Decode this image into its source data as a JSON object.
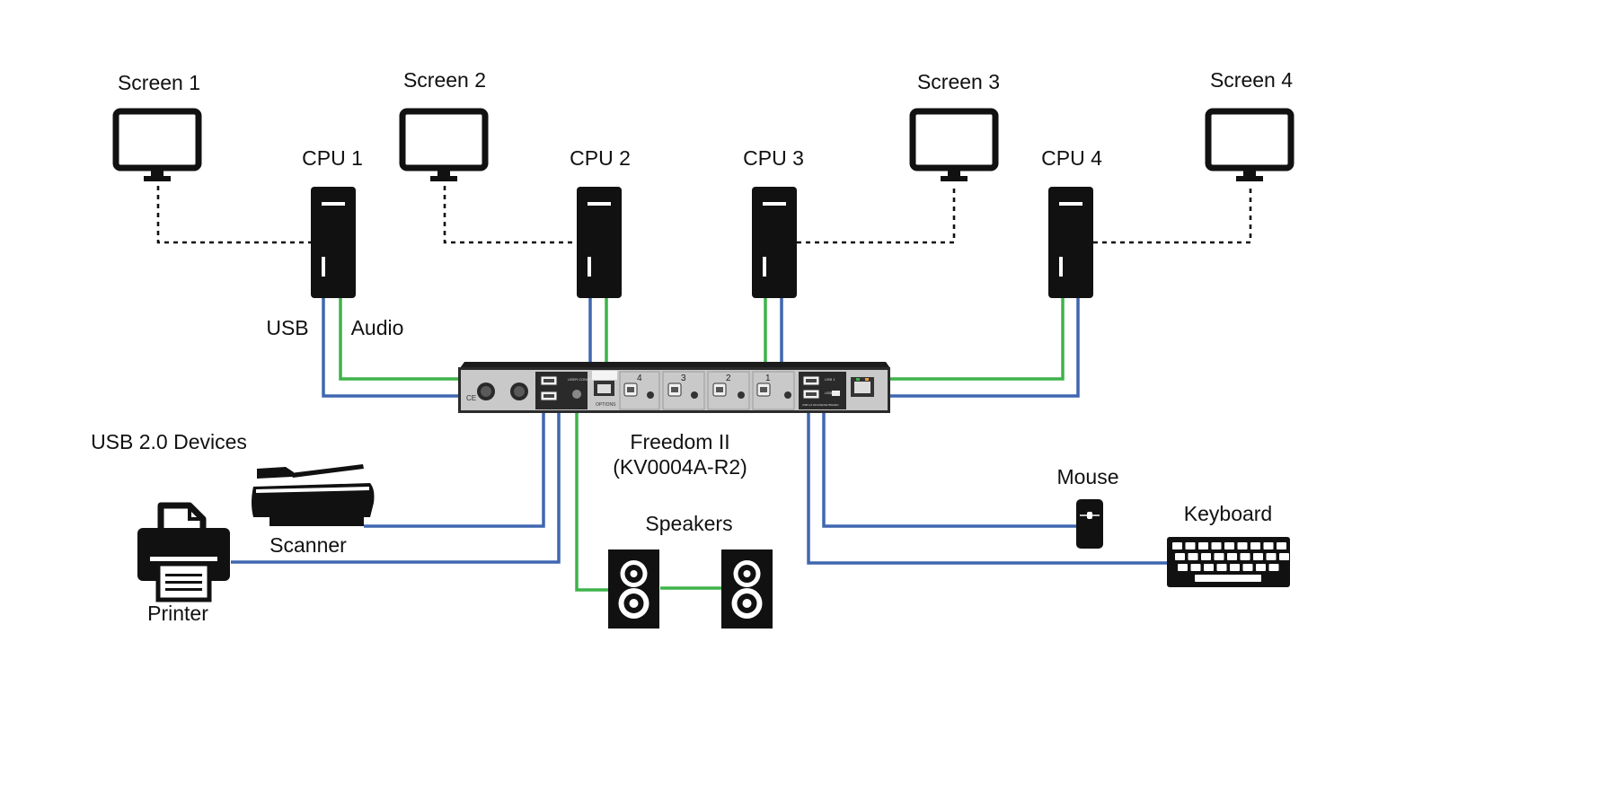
{
  "labels": {
    "screen1": "Screen 1",
    "screen2": "Screen 2",
    "screen3": "Screen 3",
    "screen4": "Screen 4",
    "cpu1": "CPU 1",
    "cpu2": "CPU 2",
    "cpu3": "CPU 3",
    "cpu4": "CPU 4",
    "usb": "USB",
    "audio": "Audio",
    "usb_devices": "USB 2.0 Devices",
    "scanner": "Scanner",
    "printer": "Printer",
    "device_name": "Freedom II",
    "device_model": "(KV0004A-R2)",
    "speakers": "Speakers",
    "mouse": "Mouse",
    "keyboard": "Keyboard"
  },
  "switch_panel": {
    "port_numbers": [
      "4",
      "3",
      "2",
      "1"
    ],
    "user_console": "USER CONSOLE",
    "options": "OPTIONS",
    "usb1": "USB 1",
    "usb2": "USB 2",
    "usb_mouse_keyboard": "USB 1/2 MOUSE/KEYBOARD"
  },
  "colors": {
    "usb_cable": "#3f67b1",
    "audio_cable": "#3db34a",
    "video_cable": "#111111",
    "icon": "#111111",
    "switch_body": "#2b2b2b",
    "switch_panel": "#c9c9c9"
  }
}
